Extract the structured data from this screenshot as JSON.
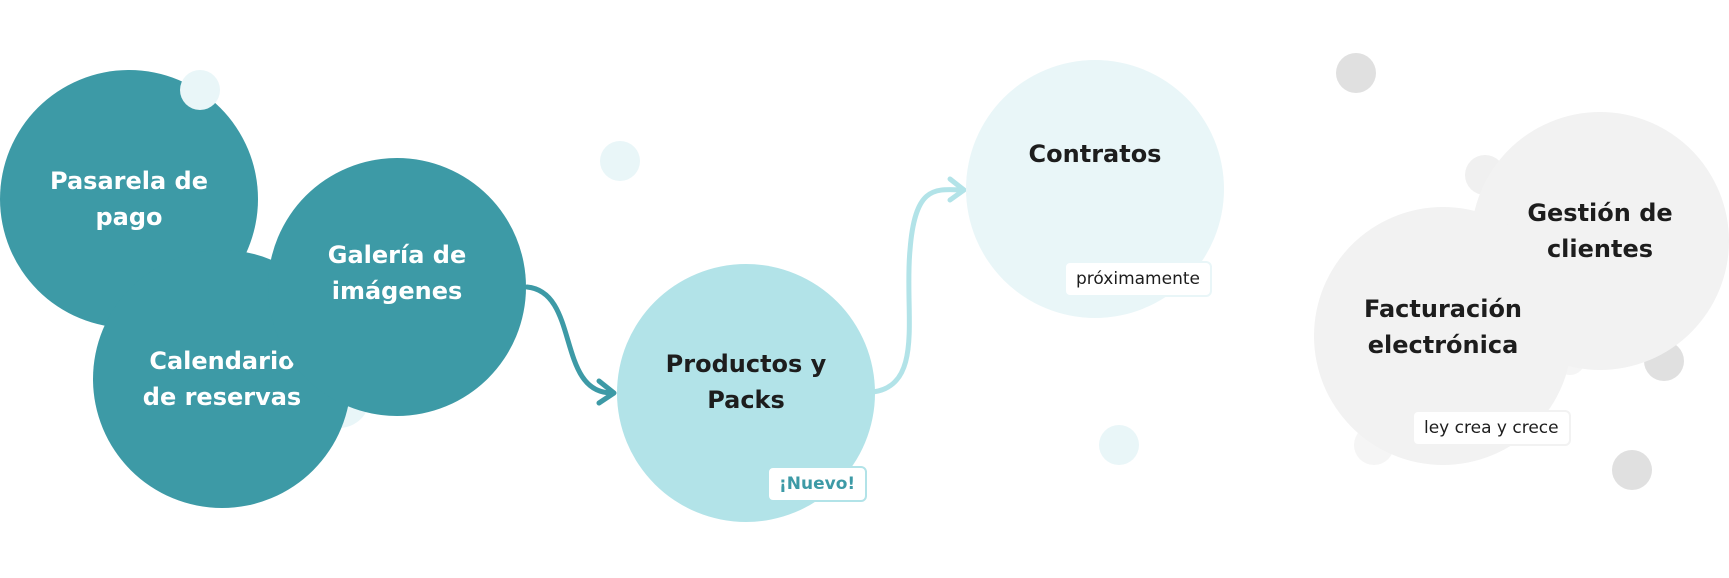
{
  "colors": {
    "teal_dark": "#3d9aa6",
    "teal_light": "#b2e3e8",
    "teal_pale": "#e9f6f8",
    "grey_bg": "#f2f2f2",
    "grey_dot": "#e0e0e0",
    "text_dark": "#1d1d1d",
    "text_white": "#ffffff"
  },
  "group_existing": {
    "pasarela": "Pasarela de pago",
    "calendario": "Calendario de reservas",
    "galeria": "Galería de imágenes"
  },
  "productos": {
    "label": "Productos y Packs",
    "badge": "¡Nuevo!"
  },
  "contratos": {
    "label": "Contratos",
    "badge": "próximamente"
  },
  "group_future": {
    "gestion": "Gestión de clientes",
    "facturacion": "Facturación electrónica",
    "badge": "ley crea y crece"
  }
}
